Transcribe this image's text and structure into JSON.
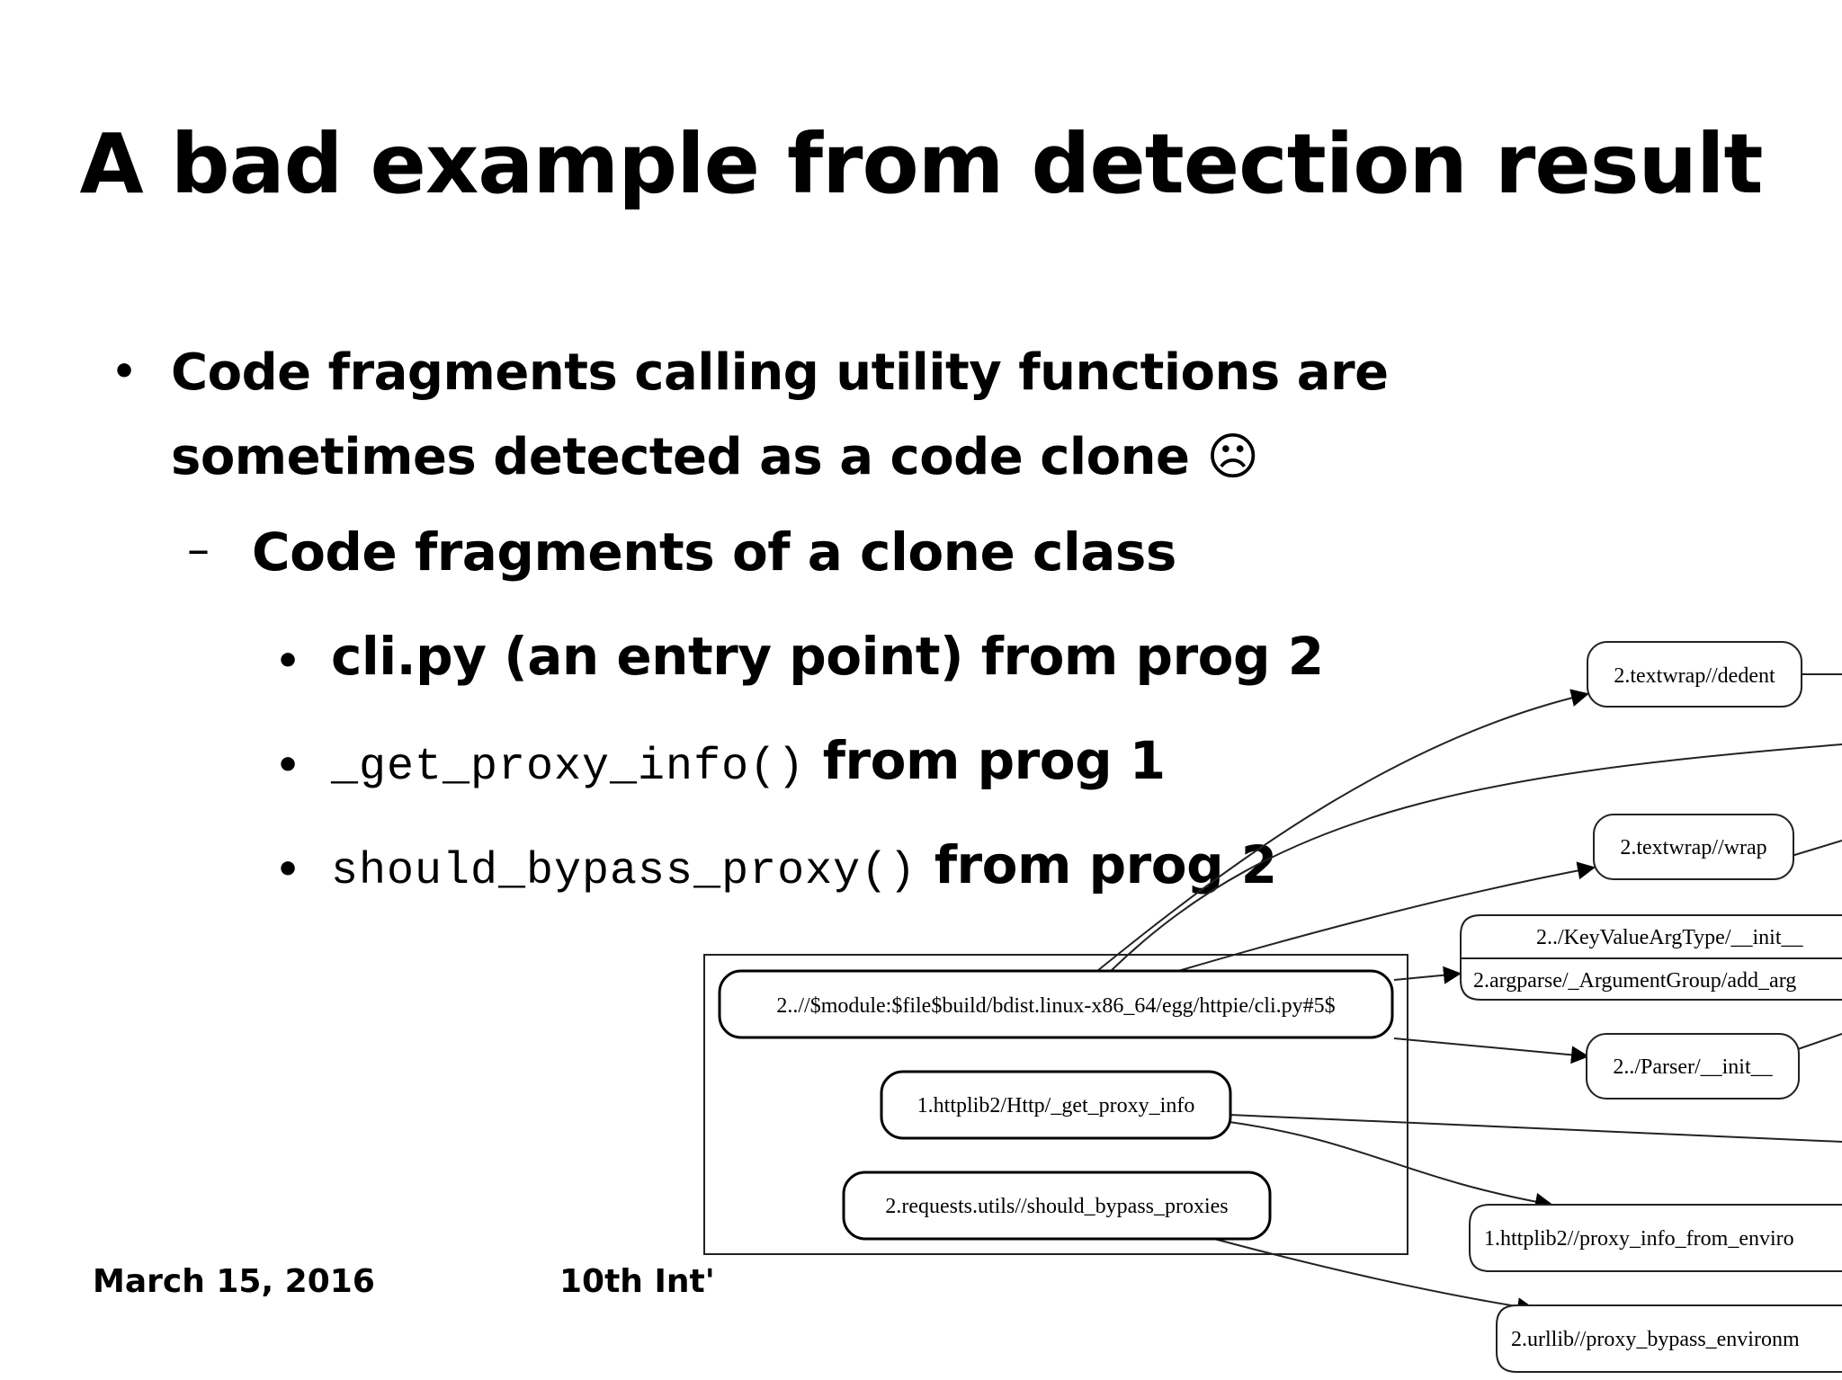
{
  "title": "A bad example from detection result",
  "bullets": {
    "level1": "Code fragments calling utility functions are sometimes detected as a code clone ☹",
    "level2": "Code fragments of a clone class",
    "level3": [
      {
        "code": "",
        "text": "cli.py (an entry point) from prog 2"
      },
      {
        "code": "_get_proxy_info()",
        "text": "from prog 1"
      },
      {
        "code": "should_bypass_proxy()",
        "text": "from prog 2"
      }
    ]
  },
  "footer": {
    "date": "March 15, 2016",
    "conference": "10th Int'"
  },
  "graph": {
    "clone_nodes": [
      "2..//$module:$file$build/bdist.linux-x86_64/egg/httpie/cli.py#5$",
      "1.httplib2/Http/_get_proxy_info",
      "2.requests.utils//should_bypass_proxies"
    ],
    "nodes": {
      "dedent": "2.textwrap//dedent",
      "wrap": "2.textwrap//wrap",
      "kv_init": "2../KeyValueArgType/__init__",
      "add_arg": "2.argparse/_ArgumentGroup/add_arg",
      "parser_init": "2../Parser/__init__",
      "proxy_info_env": "1.httplib2//proxy_info_from_enviro",
      "proxy_bypass_env": "2.urllib//proxy_bypass_environm"
    }
  }
}
